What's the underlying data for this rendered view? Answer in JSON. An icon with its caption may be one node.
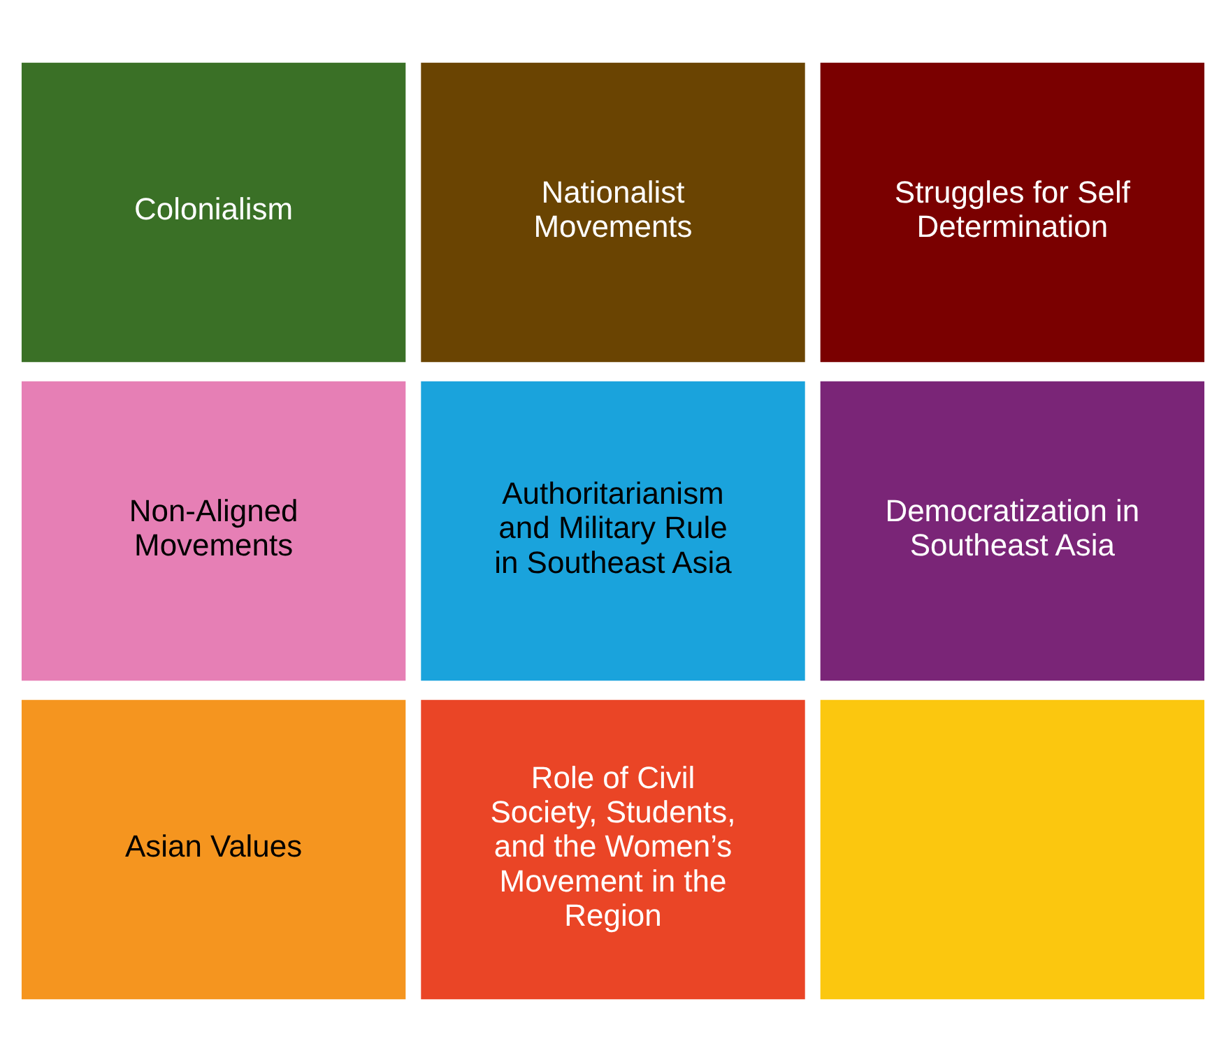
{
  "diagram": {
    "nodes": [
      {
        "text": [
          "Colonialism"
        ]
      },
      {
        "text": [
          "Nationalist Movements"
        ]
      },
      {
        "text": [
          "Struggles for Self Determination"
        ]
      },
      {
        "text": [
          "Non-Aligned Movements"
        ]
      },
      {
        "text": [
          "Authoritarianism and Military Rule in Southeast Asia"
        ]
      },
      {
        "text": [
          "Democratization in Southeast Asia"
        ]
      },
      {
        "text": [
          "Asian Values"
        ]
      },
      {
        "text": [
          "Role of Civil Society, Students, and the Women’s Movement in the Region"
        ]
      },
      {
        "text": [],
        "shape": "box"
      }
    ]
  }
}
